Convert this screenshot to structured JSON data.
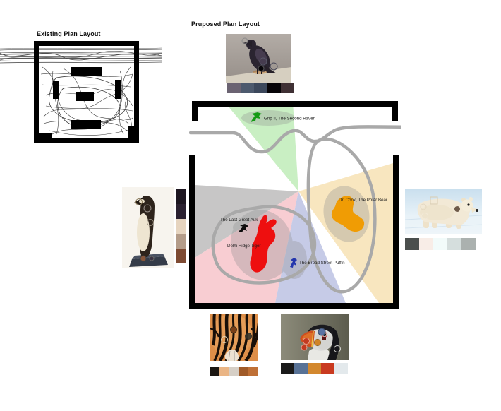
{
  "titles": {
    "existing": "Existing Plan Layout",
    "proposed": "Pruposed Plan Layout"
  },
  "plan_colors": {
    "wall": "#000000",
    "visitor_path": "#a9a9a9",
    "shadow": "#8f8f8f"
  },
  "exhibits": [
    {
      "name": "raven",
      "label": "Grip II, The Second Raven",
      "icon_color": "#149b14",
      "zone_color": "#c9efc3",
      "palette": [
        "#6b6372",
        "#4d5a6e",
        "#3c485c",
        "#070508",
        "#3f3034"
      ]
    },
    {
      "name": "auk",
      "label": "The Last Great Auk",
      "icon_color": "#0d0d0d",
      "zone_color": "#c7c6c6",
      "palette": [
        "#1d1620",
        "#2b2130",
        "#e6d4bf",
        "#b49c89",
        "#7e4a32"
      ]
    },
    {
      "name": "tiger",
      "label": "Delhi Ridge Tiger",
      "icon_color": "#ee0f0f",
      "zone_color": "#f8cdd2",
      "palette": [
        "#1c1712",
        "#eab585",
        "#d6cfc6",
        "#a05a28",
        "#bf7036"
      ]
    },
    {
      "name": "puffin",
      "label": "The Broad Street Puffin",
      "icon_color": "#2336ad",
      "zone_color": "#c6cbe7",
      "palette": [
        "#1a1a1a",
        "#587296",
        "#d3882e",
        "#c93a20",
        "#e3e9ec"
      ]
    },
    {
      "name": "bear",
      "label": "Dr. Cook, The Polar Bear",
      "icon_color": "#f09c04",
      "zone_color": "#f8e6bf",
      "palette": [
        "#4b4f4d",
        "#f8ede7",
        "#f2fbfa",
        "#d5dedd",
        "#abb1af"
      ]
    }
  ]
}
